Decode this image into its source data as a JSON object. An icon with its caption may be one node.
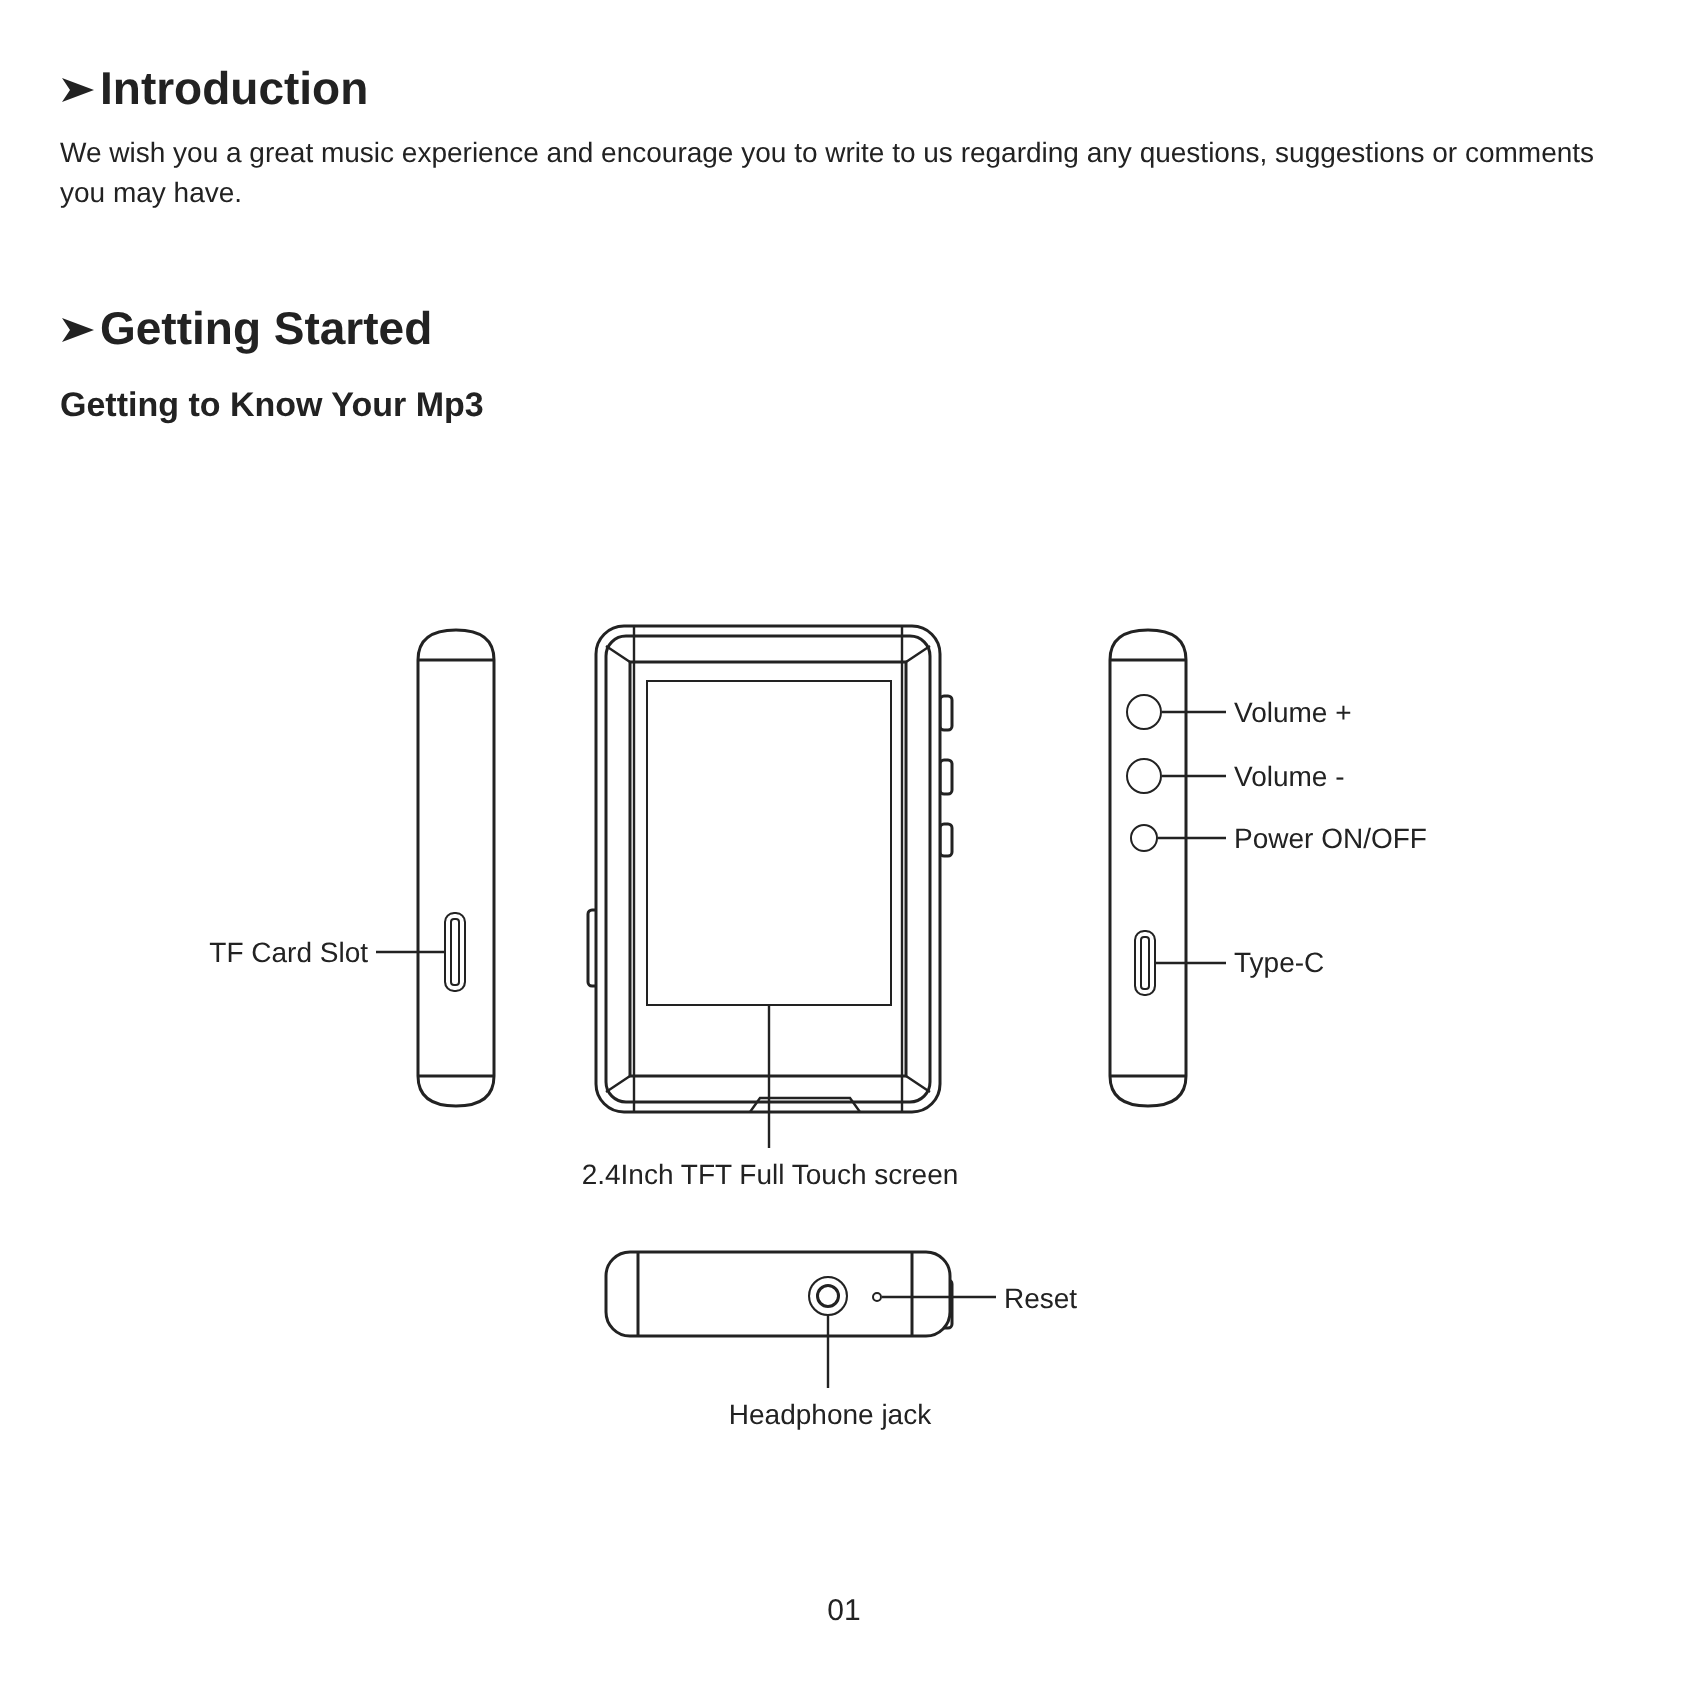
{
  "diagram": {
    "nodes": [
      {
        "text": [
          "TF Card Slot"
        ]
      },
      {
        "text": [],
        "shape": "box"
      },
      {
        "text": [
          "2.4Inch TFT Full Touch screen"
        ]
      },
      {
        "text": [],
        "shape": "box"
      },
      {
        "text": [
          "Headphone jack"
        ]
      },
      {
        "text": [],
        "shape": "circle"
      },
      {
        "text": [
          "Reset"
        ]
      },
      {
        "text": [],
        "shape": "circle"
      },
      {
        "text": [
          "Volume +"
        ]
      },
      {
        "text": [],
        "shape": "circle"
      },
      {
        "text": [
          "Volume -"
        ]
      },
      {
        "text": [],
        "shape": "circle"
      },
      {
        "text": [
          "Power ON/OFF"
        ]
      },
      {
        "text": [],
        "shape": "circle"
      },
      {
        "text": [
          "Type-C"
        ]
      },
      {
        "text": [],
        "shape": "box"
      }
    ],
    "edges": [
      {
        "from": 0,
        "to": 1,
        "arrow": "none"
      },
      {
        "from": 2,
        "to": 3,
        "arrow": "none"
      },
      {
        "from": 4,
        "to": 5,
        "arrow": "none"
      },
      {
        "from": 6,
        "to": 7,
        "arrow": "none"
      },
      {
        "from": 8,
        "to": 9,
        "arrow": "none"
      },
      {
        "from": 10,
        "to": 11,
        "arrow": "none"
      },
      {
        "from": 12,
        "to": 13,
        "arrow": "none"
      },
      {
        "from": 14,
        "to": 15,
        "arrow": "none"
      }
    ],
    "labels": [
      "Introduction",
      "We wish you a great music experience and encourage you to write to us regarding any questions, suggestions or comments you may have.",
      "Getting Started",
      "Getting to Know Your Mp3",
      "01"
    ]
  }
}
